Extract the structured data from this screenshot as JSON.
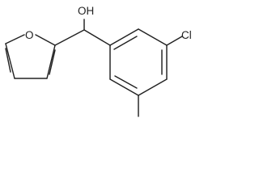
{
  "molecule": {
    "atoms": {
      "hydroxyl": "OH",
      "furan_oxygen": "O",
      "chlorine": "Cl"
    }
  },
  "colors": {
    "bond": "#222222",
    "background": "#ffffff"
  }
}
